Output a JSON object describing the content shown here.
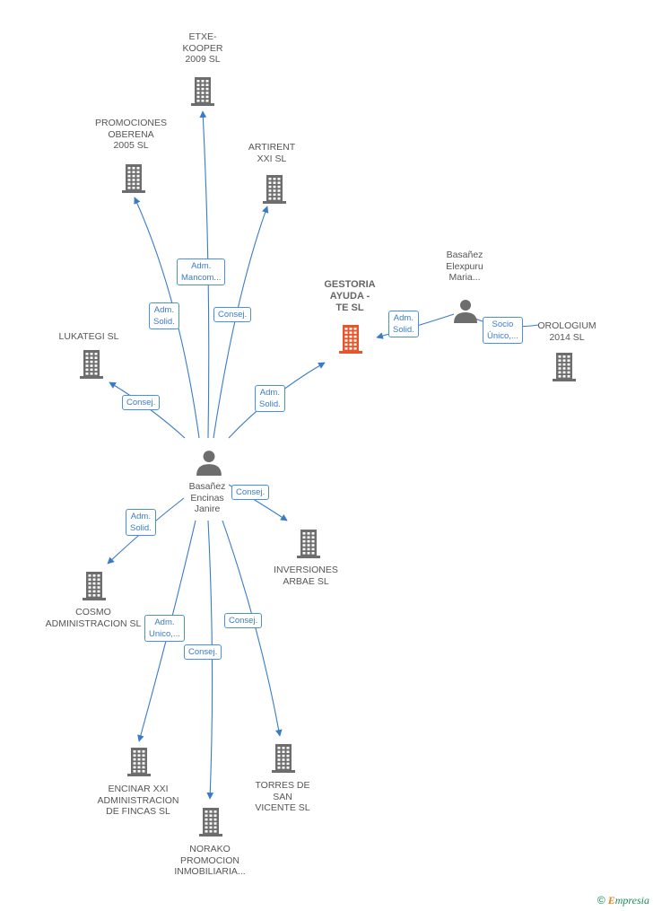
{
  "nodes": {
    "etxe_kooper": [
      "ETXE-",
      "KOOPER",
      "2009 SL"
    ],
    "promociones_oberena": [
      "PROMOCIONES",
      "OBERENA",
      "2005 SL"
    ],
    "artirent": [
      "ARTIRENT",
      "XXI  SL"
    ],
    "lukategi": [
      "LUKATEGI SL"
    ],
    "gestoria": [
      "GESTORIA",
      "AYUDA -",
      "TE  SL"
    ],
    "basanez_elexpuru": [
      "Basañez",
      "Elexpuru",
      "Maria..."
    ],
    "orologium": [
      "OROLOGIUM",
      "2014  SL"
    ],
    "basanez_encinas": [
      "Basañez",
      "Encinas",
      "Janire"
    ],
    "inversiones_arbae": [
      "INVERSIONES",
      "ARBAE SL"
    ],
    "cosmo": [
      "COSMO",
      "ADMINISTRACION SL"
    ],
    "encinar": [
      "ENCINAR XXI",
      "ADMINISTRACION",
      "DE FINCAS SL"
    ],
    "torres": [
      "TORRES DE",
      "SAN",
      "VICENTE SL"
    ],
    "norako": [
      "NORAKO",
      "PROMOCION",
      "INMOBILIARIA..."
    ]
  },
  "edge_labels": {
    "mancom": [
      "Adm.",
      "Mancom..."
    ],
    "solid_oberena": [
      "Adm.",
      "Solid."
    ],
    "consej_artirent": [
      "Consej."
    ],
    "consej_lukategi": [
      "Consej."
    ],
    "solid_gestoria": [
      "Adm.",
      "Solid."
    ],
    "solid_elexpuru": [
      "Adm.",
      "Solid."
    ],
    "socio_unico": [
      "Socio",
      "Único,..."
    ],
    "consej_arbae": [
      "Consej."
    ],
    "solid_cosmo": [
      "Adm.",
      "Solid."
    ],
    "unico_encinar": [
      "Adm.",
      "Unico,..."
    ],
    "consej_norako": [
      "Consej."
    ],
    "consej_torres": [
      "Consej."
    ]
  },
  "brand": {
    "copyright": "©",
    "first_letter": "E",
    "rest": "mpresia"
  },
  "colors": {
    "building": "#6d6d6d",
    "building_main": "#e8552a",
    "edge": "#3a7bc8",
    "person": "#6d6d6d"
  }
}
